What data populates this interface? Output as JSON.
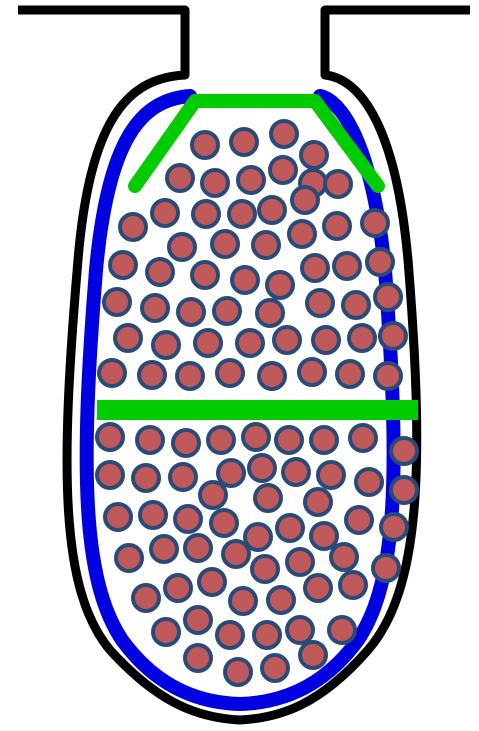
{
  "colors": {
    "background": "#ffffff",
    "outer_wall": "#000000",
    "inner_liner": "#0000e0",
    "separator": "#00cc00",
    "particle_fill": "#c05a5a",
    "particle_stroke": "#2a4a7a"
  },
  "diagram": {
    "components": [
      "outer-wall",
      "inner-liner",
      "top-separator",
      "middle-separator",
      "upper-particle-bed",
      "lower-particle-bed"
    ]
  }
}
